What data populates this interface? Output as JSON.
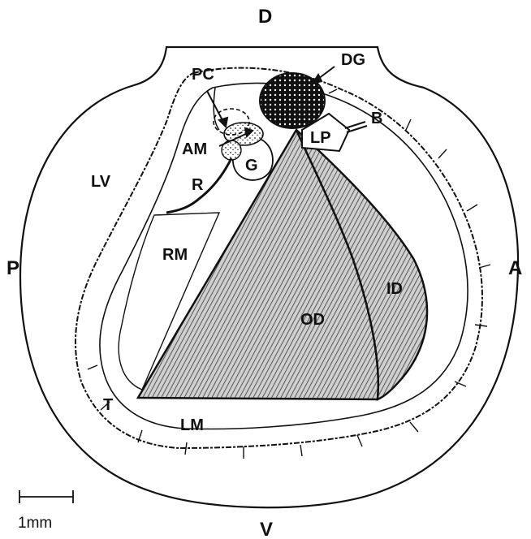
{
  "orientation": {
    "dorsal": "D",
    "ventral": "V",
    "anterior": "A",
    "posterior": "P"
  },
  "labels": {
    "dg": "DG",
    "pc": "PC",
    "b": "B",
    "am": "AM",
    "lp": "LP",
    "g": "G",
    "lv": "LV",
    "r": "R",
    "rm": "RM",
    "id": "ID",
    "od": "OD",
    "t": "T",
    "lm": "LM"
  },
  "scale_bar": {
    "label": "1mm"
  },
  "colors": {
    "ink": "#111111",
    "paper": "#ffffff",
    "muscle_fill": "#b8b8b8"
  }
}
